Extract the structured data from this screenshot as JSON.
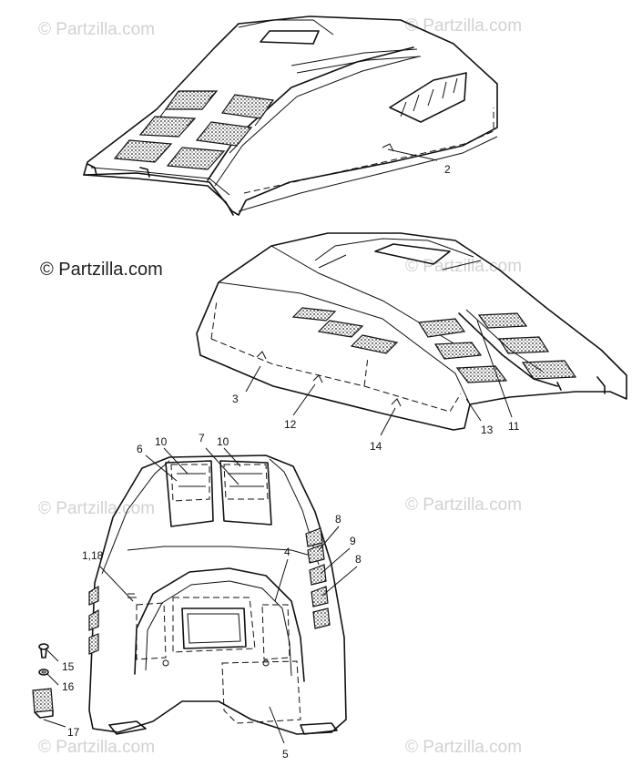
{
  "watermarks": {
    "tl": "© Partzilla.com",
    "tr": "© Partzilla.com",
    "main": "© Partzilla.com",
    "ml": "© Partzilla.com",
    "mr": "© Partzilla.com",
    "bl": "© Partzilla.com",
    "br": "© Partzilla.com"
  },
  "callouts": {
    "c2": "2",
    "c3": "3",
    "c12": "12",
    "c14": "14",
    "c13": "13",
    "c11": "11",
    "c6": "6",
    "c10a": "10",
    "c7": "7",
    "c10b": "10",
    "c8a": "8",
    "c9": "9",
    "c8b": "8",
    "c4": "4",
    "c1_18": "1,18",
    "c15": "15",
    "c16": "16",
    "c17": "17",
    "c5": "5"
  },
  "colors": {
    "line": "#111111",
    "watermark": "#d2d2d2",
    "background": "#ffffff"
  }
}
